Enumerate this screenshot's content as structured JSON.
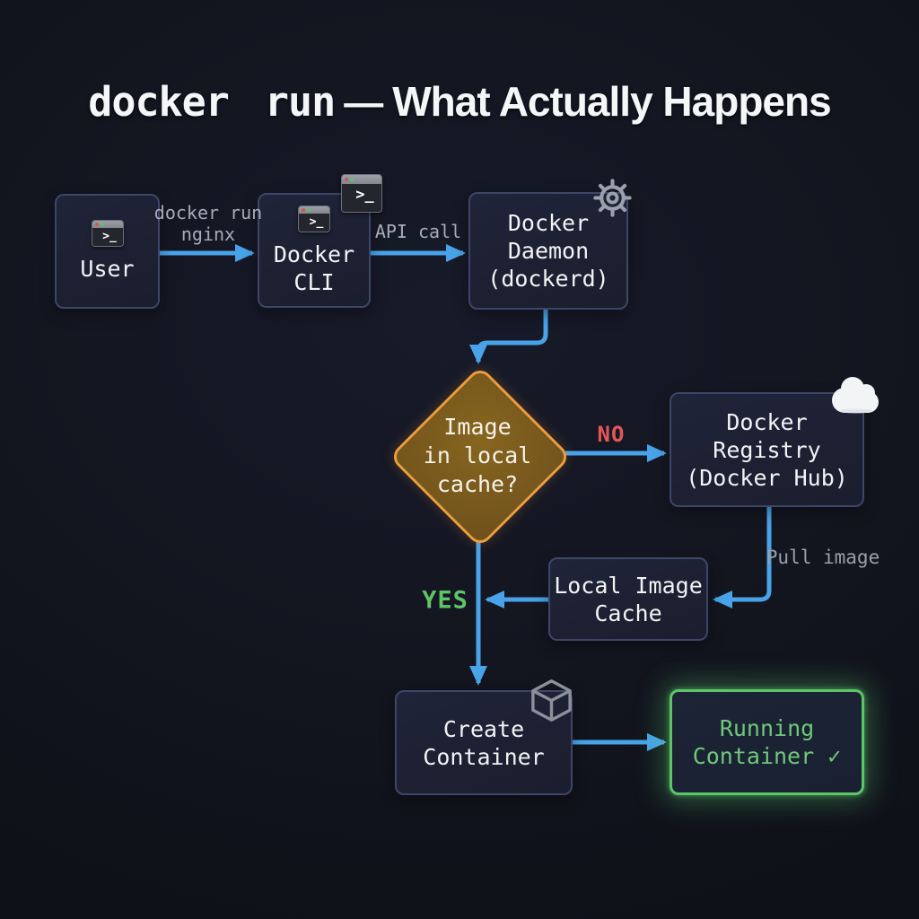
{
  "title": {
    "code": "docker run",
    "separator": "—",
    "rest": "What Actually Happens"
  },
  "nodes": {
    "user": {
      "lines": [
        "User"
      ]
    },
    "cli": {
      "lines": [
        "Docker",
        "CLI"
      ]
    },
    "daemon": {
      "lines": [
        "Docker",
        "Daemon",
        "(dockerd)"
      ]
    },
    "decision": {
      "lines": [
        "Image",
        "in local",
        "cache?"
      ]
    },
    "registry": {
      "lines": [
        "Docker",
        "Registry",
        "(Docker Hub)"
      ]
    },
    "cache": {
      "lines": [
        "Local Image",
        "Cache"
      ]
    },
    "create": {
      "lines": [
        "Create",
        "Container"
      ]
    },
    "running": {
      "lines": [
        "Running",
        "Container ✓"
      ]
    }
  },
  "edges": {
    "user_to_cli": {
      "label_lines": [
        "docker run",
        "nginx"
      ]
    },
    "cli_to_daemon": {
      "label": "API call"
    },
    "decision_to_registry": {
      "label": "NO"
    },
    "registry_to_cache": {
      "label": "Pull image"
    },
    "decision_to_create": {
      "label": "YES"
    }
  },
  "icons": {
    "terminal_glyph": ">_",
    "user_badge": "terminal-window",
    "cli_badge": "terminal-window",
    "daemon_badge": "gear",
    "registry_badge": "cloud",
    "create_badge": "cube"
  },
  "colors": {
    "background": "#13151f",
    "box_fill": "#1d2132",
    "box_border": "#3d4668",
    "arrow_blue": "#48a3e8",
    "label_gray": "#9aa0ab",
    "no_red": "#e25757",
    "yes_green": "#5fc468",
    "diamond_fill": "#7a5a1d",
    "diamond_border": "#ea9c3e",
    "running_border": "#5ec468",
    "running_text": "#70c87b",
    "title_text": "#f5f6f8"
  }
}
